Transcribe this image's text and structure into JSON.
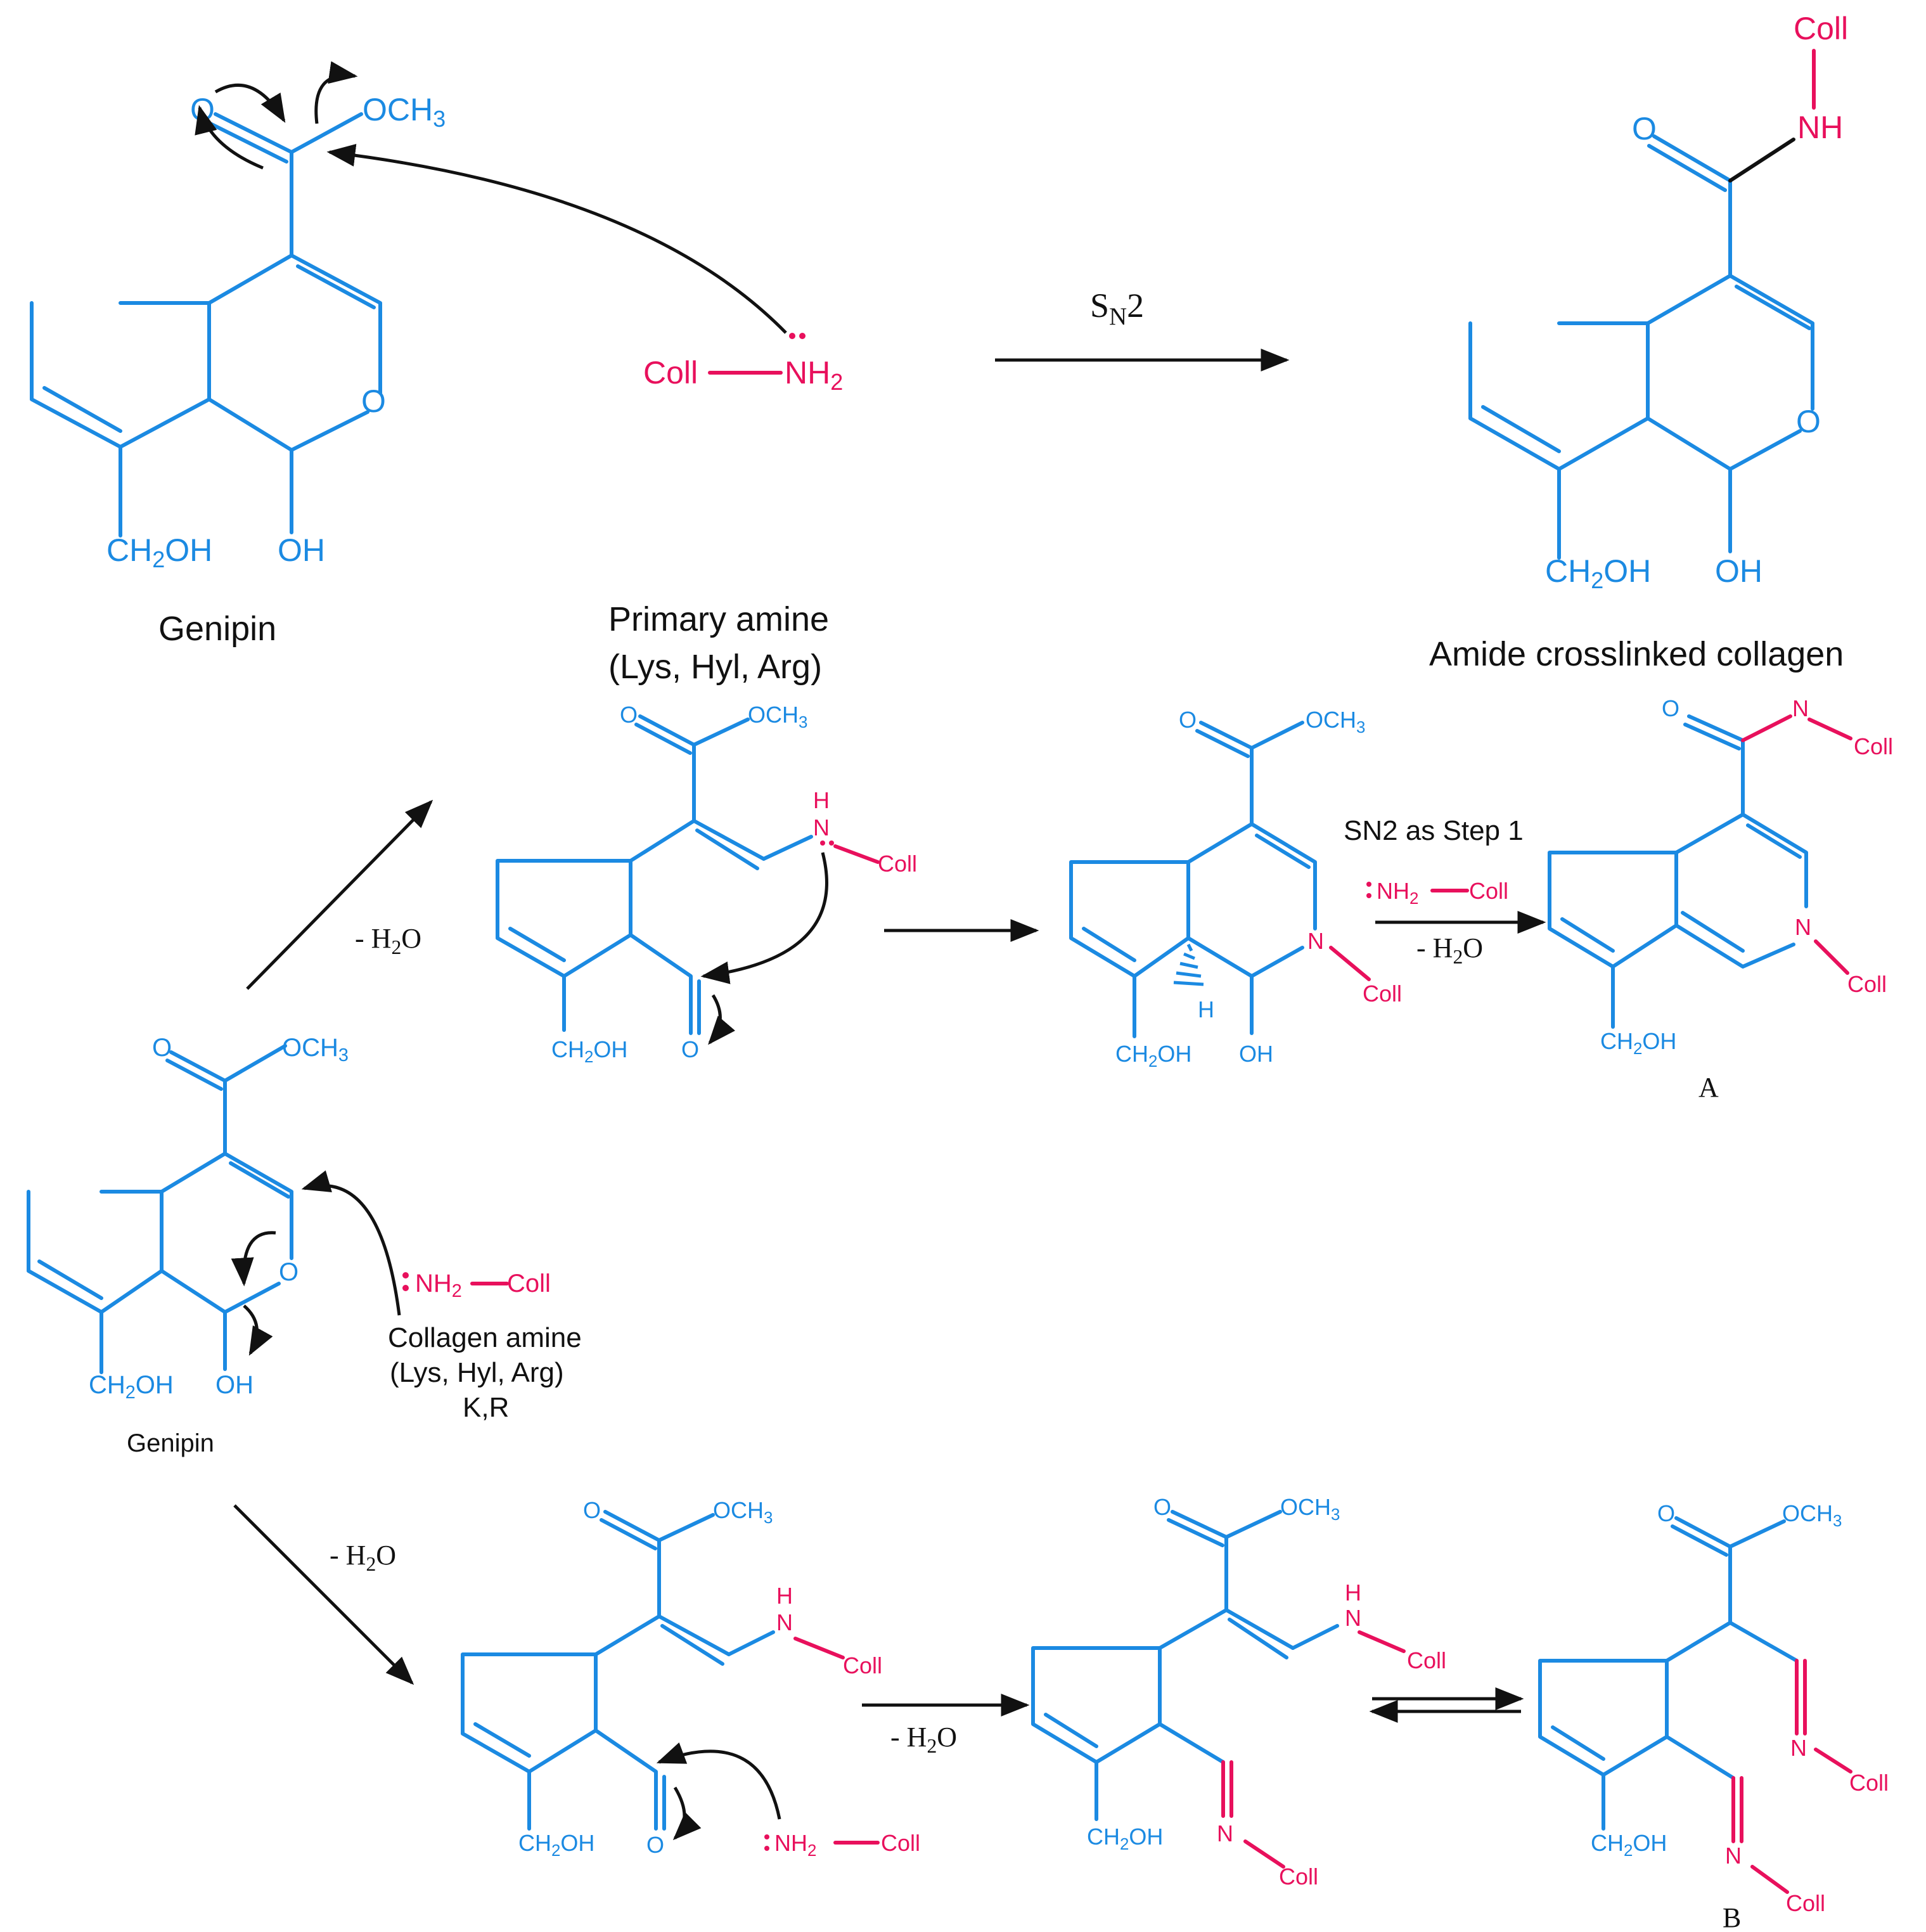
{
  "top": {
    "genipin_caption": "Genipin",
    "amine_caption_line1": "Primary amine",
    "amine_caption_line2": "(Lys, Hyl, Arg)",
    "product_caption": "Amide crosslinked collagen",
    "reaction_label_s": "S",
    "reaction_label_n": "N",
    "reaction_label_2": "2"
  },
  "atoms": {
    "O": "O",
    "OCH": "OCH",
    "three": "3",
    "CH": "CH",
    "two": "2",
    "OH_suffix": "OH",
    "OH": "OH",
    "Coll": "Coll",
    "NH": "NH",
    "N": "N",
    "H": "H"
  },
  "middle": {
    "minus_water": "- H",
    "water_o": "O",
    "sn2_note": "SN2 as Step 1",
    "product_a": "A"
  },
  "left": {
    "genipin_caption": "Genipin",
    "collagen_line1": "Collagen amine",
    "collagen_line2": "(Lys, Hyl, Arg)",
    "collagen_line3": "K,R"
  },
  "bottom": {
    "product_b": "B"
  }
}
